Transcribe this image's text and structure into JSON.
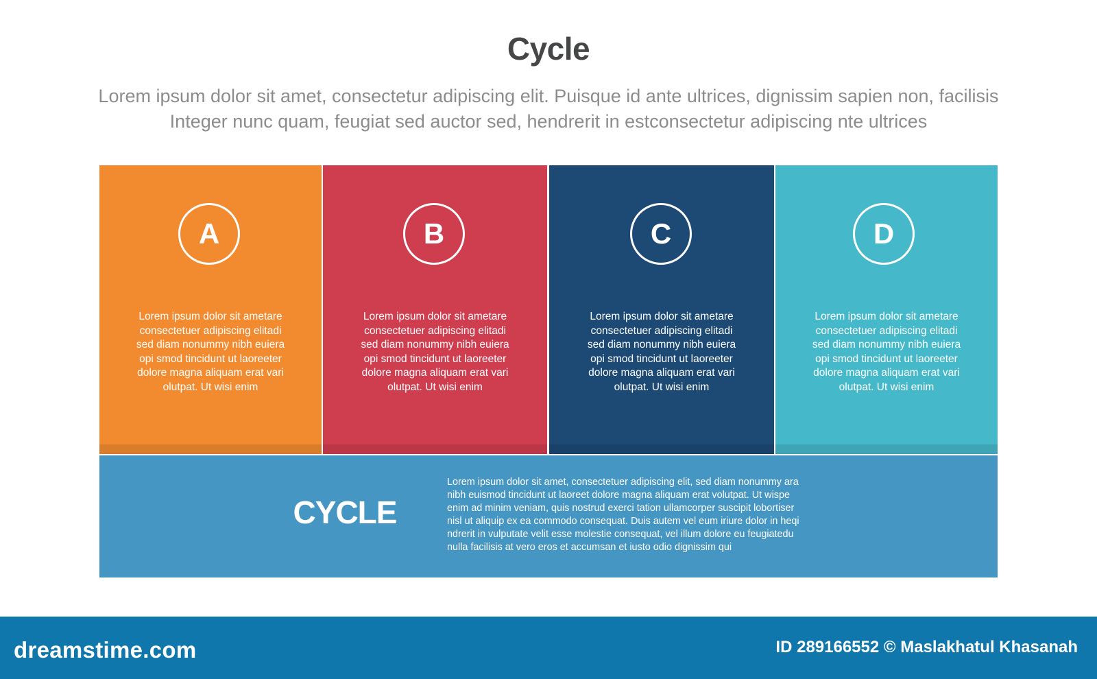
{
  "title": "Cycle",
  "subtitle": [
    "Lorem ipsum dolor sit amet, consectetur adipiscing elit. Puisque id ante ultrices, dignissim sapien non, facilisis",
    "Integer nunc quam, feugiat sed auctor sed, hendrerit in estconsectetur adipiscing nte ultrices"
  ],
  "columns": [
    {
      "letter": "A",
      "color": "#f28b30",
      "text": [
        "Lorem ipsum dolor sit ametare",
        "consectetuer adipiscing elitadi",
        "sed diam nonummy nibh euiera",
        "opi smod tincidunt ut laoreeter",
        "dolore magna aliquam erat vari",
        "olutpat. Ut wisi enim"
      ]
    },
    {
      "letter": "B",
      "color": "#cf3e4f",
      "text": [
        "Lorem ipsum dolor sit ametare",
        "consectetuer adipiscing elitadi",
        "sed diam nonummy nibh euiera",
        "opi smod tincidunt ut laoreeter",
        "dolore magna aliquam erat vari",
        "olutpat. Ut wisi enim"
      ]
    },
    {
      "letter": "C",
      "color": "#1d4a75",
      "text": [
        "Lorem ipsum dolor sit ametare",
        "consectetuer adipiscing elitadi",
        "sed diam nonummy nibh euiera",
        "opi smod tincidunt ut laoreeter",
        "dolore magna aliquam erat vari",
        "olutpat. Ut wisi enim"
      ]
    },
    {
      "letter": "D",
      "color": "#45b8c9",
      "text": [
        "Lorem ipsum dolor sit ametare",
        "consectetuer adipiscing elitadi",
        "sed diam nonummy nibh euiera",
        "opi smod tincidunt ut laoreeter",
        "dolore magna aliquam erat vari",
        "olutpat. Ut wisi enim"
      ]
    }
  ],
  "bottom": {
    "title": "CYCLE",
    "color": "#4596c2",
    "text": [
      "Lorem ipsum dolor sit amet, consectetuer adipiscing elit, sed diam nonummy ara",
      "nibh euismod tincidunt ut laoreet dolore magna aliquam erat volutpat. Ut wispe",
      "enim ad minim veniam, quis nostrud exerci tation ullamcorper suscipit lobortiser",
      "nisl ut aliquip ex ea commodo consequat. Duis autem vel eum iriure dolor in heqi",
      "ndrerit in vulputate velit esse molestie consequat, vel illum dolore eu feugiatedu",
      "nulla facilisis at vero eros et accumsan et iusto odio dignissim qui"
    ]
  },
  "footer": {
    "brand": "dreamstime.com",
    "credit": "ID 289166552 © Maslakhatul Khasanah",
    "color": "#1077ad"
  }
}
